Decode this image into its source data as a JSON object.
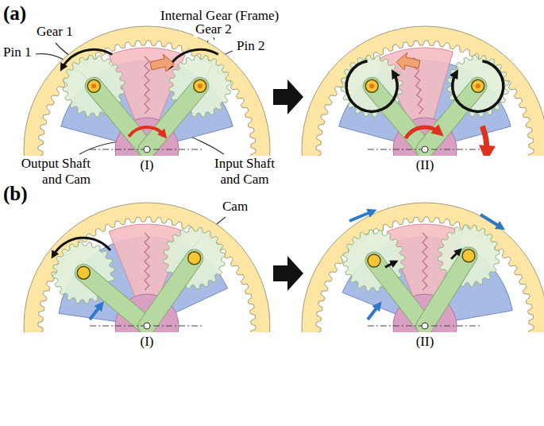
{
  "diagram": {
    "labels": [
      "(a)",
      "Internal Gear (Frame)",
      "Gear 1",
      "Gear 2",
      "Pin 1",
      "Pin 2",
      "Output Shaft and Cam",
      "Input Shaft and Cam",
      "(I)",
      "(II)",
      "(b)",
      "Cam",
      "(I)",
      "(II)"
    ]
  }
}
